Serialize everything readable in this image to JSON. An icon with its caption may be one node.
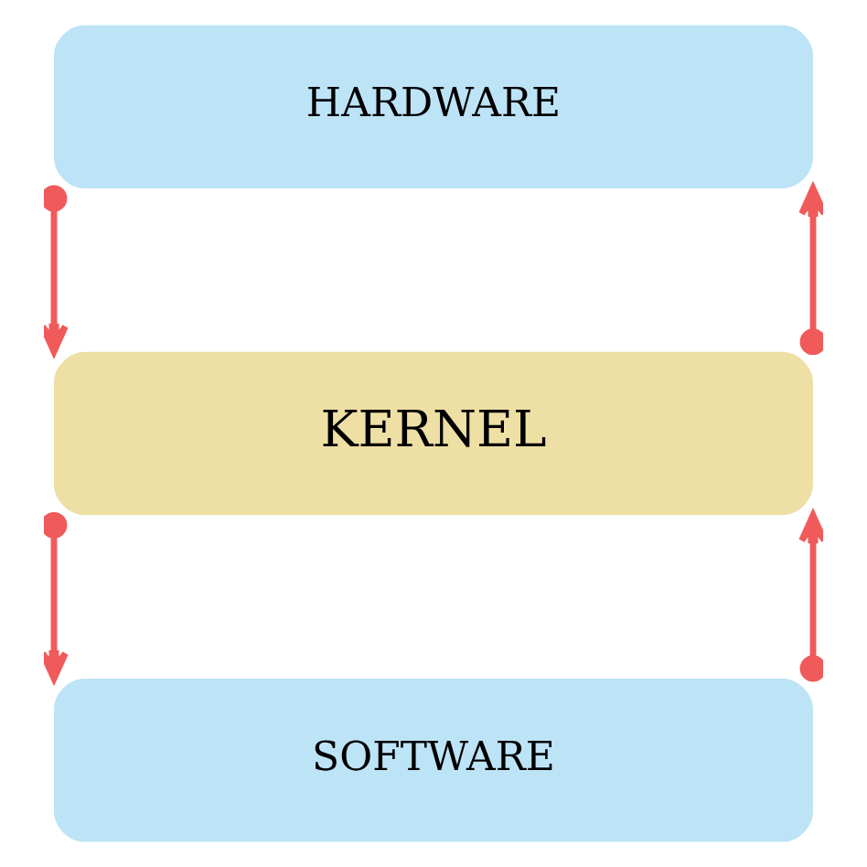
{
  "diagram": {
    "nodes": [
      {
        "text": [
          "HARDWARE"
        ]
      },
      {
        "text": [
          "KERNEL"
        ]
      },
      {
        "text": [
          "SOFTWARE"
        ]
      }
    ],
    "edges": [
      {
        "from": 0,
        "to": 1,
        "arrow": "to",
        "color": "#f05a5a"
      },
      {
        "from": 1,
        "to": 0,
        "arrow": "to",
        "color": "#f05a5a"
      },
      {
        "from": 1,
        "to": 2,
        "arrow": "to",
        "color": "#f05a5a"
      },
      {
        "from": 2,
        "to": 1,
        "arrow": "to",
        "color": "#f05a5a"
      }
    ]
  }
}
